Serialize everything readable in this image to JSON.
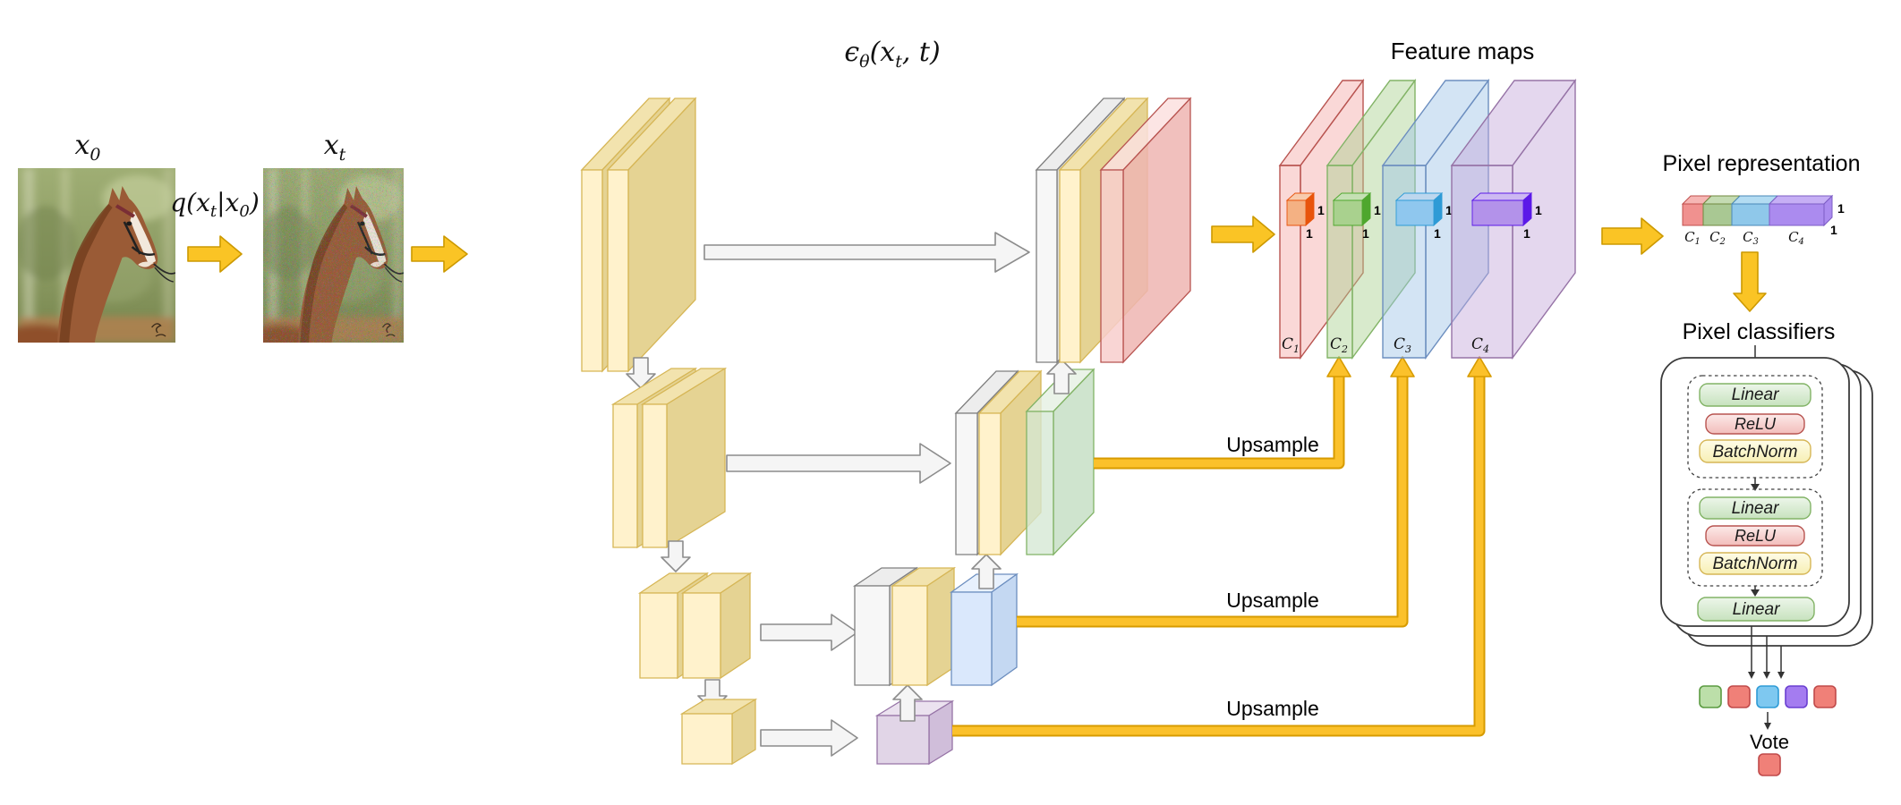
{
  "math": {
    "x0": {
      "base": "x",
      "sub": "0"
    },
    "xt": {
      "base": "x",
      "sub": "t"
    },
    "q": {
      "p1": "q(x",
      "s1": "t",
      "p2": "|x",
      "s2": "0",
      "p3": ")"
    },
    "eps": {
      "p1": "ϵ",
      "s1": "θ",
      "p2": "(x",
      "s2": "t",
      "p3": ", t)"
    }
  },
  "titles": {
    "feature_maps": "Feature maps",
    "pixel_representation": "Pixel representation",
    "pixel_classifiers": "Pixel classifiers"
  },
  "upsample_label": "Upsample",
  "vote_label": "Vote",
  "one": "1",
  "feature_maps": {
    "planes": [
      {
        "label": {
          "base": "C",
          "sub": "1"
        },
        "plane_fill": "#F4A9A6",
        "plane_stroke": "#B85450",
        "cube_front": "#F4B183",
        "cube_side": "#E8540C",
        "cube_top": "#F8CBAD"
      },
      {
        "label": {
          "base": "C",
          "sub": "2"
        },
        "plane_fill": "#A8D08D",
        "plane_stroke": "#82B366",
        "cube_front": "#A9D18E",
        "cube_side": "#4EA72E",
        "cube_top": "#C5E0B4"
      },
      {
        "label": {
          "base": "C",
          "sub": "3"
        },
        "plane_fill": "#9DC3E6",
        "plane_stroke": "#6C8EBF",
        "cube_front": "#8FC7EE",
        "cube_side": "#2E9BD6",
        "cube_top": "#BDD7EE"
      },
      {
        "label": {
          "base": "C",
          "sub": "4"
        },
        "plane_fill": "#C3A6D9",
        "plane_stroke": "#9673A6",
        "cube_front": "#B392EA",
        "cube_side": "#5B19E8",
        "cube_top": "#CDB9F2"
      }
    ]
  },
  "pixel_bar": {
    "dim_top": "1",
    "dim_side": "1",
    "segments": [
      {
        "label": {
          "base": "C",
          "sub": "1"
        },
        "fill": "#F0918F",
        "top": "#F6B6B4",
        "stroke": "#C0504D"
      },
      {
        "label": {
          "base": "C",
          "sub": "2"
        },
        "fill": "#A9C893",
        "top": "#C4DBB2",
        "stroke": "#71893F"
      },
      {
        "label": {
          "base": "C",
          "sub": "3"
        },
        "fill": "#8FC8EA",
        "top": "#B3DCF2",
        "stroke": "#4A89B8"
      },
      {
        "label": {
          "base": "C",
          "sub": "4"
        },
        "fill": "#AB8BEF",
        "top": "#C6AFF5",
        "stroke": "#7C5CC4"
      }
    ]
  },
  "classifiers": {
    "group1": [
      "Linear",
      "ReLU",
      "BatchNorm"
    ],
    "group2": [
      "Linear",
      "ReLU",
      "BatchNorm"
    ],
    "final": "Linear"
  },
  "votes": {
    "squares": [
      {
        "fill": "#BCDFA9",
        "stroke": "#5B9B41"
      },
      {
        "fill": "#F08078",
        "stroke": "#C04A4A"
      },
      {
        "fill": "#7EC8F0",
        "stroke": "#2E9BD6"
      },
      {
        "fill": "#A47CF0",
        "stroke": "#6A3FD1"
      },
      {
        "fill": "#F08078",
        "stroke": "#C04A4A"
      }
    ],
    "result": {
      "fill": "#F08078",
      "stroke": "#C04A4A"
    }
  },
  "palette": {
    "unet_yellow_front": "#FFF2CC",
    "unet_yellow_stroke": "#D6B656",
    "gray_front": "#F5F5F5",
    "gray_stroke": "#7F7F7F",
    "green_slab": "#D5E8D4",
    "green_stroke": "#82B366",
    "blue_slab": "#DAE8FC",
    "blue_stroke": "#6C8EBF",
    "purple_slab": "#E1D5E7",
    "purple_stroke": "#9673A6",
    "red_slab": "#F8CECC",
    "red_stroke": "#B85450",
    "arrow_yellow": "#FAC425",
    "arrow_yellow_stroke": "#CC9900",
    "skip_arrow_fill": "#F5F5F5",
    "skip_arrow_stroke": "#8C8C8C"
  }
}
